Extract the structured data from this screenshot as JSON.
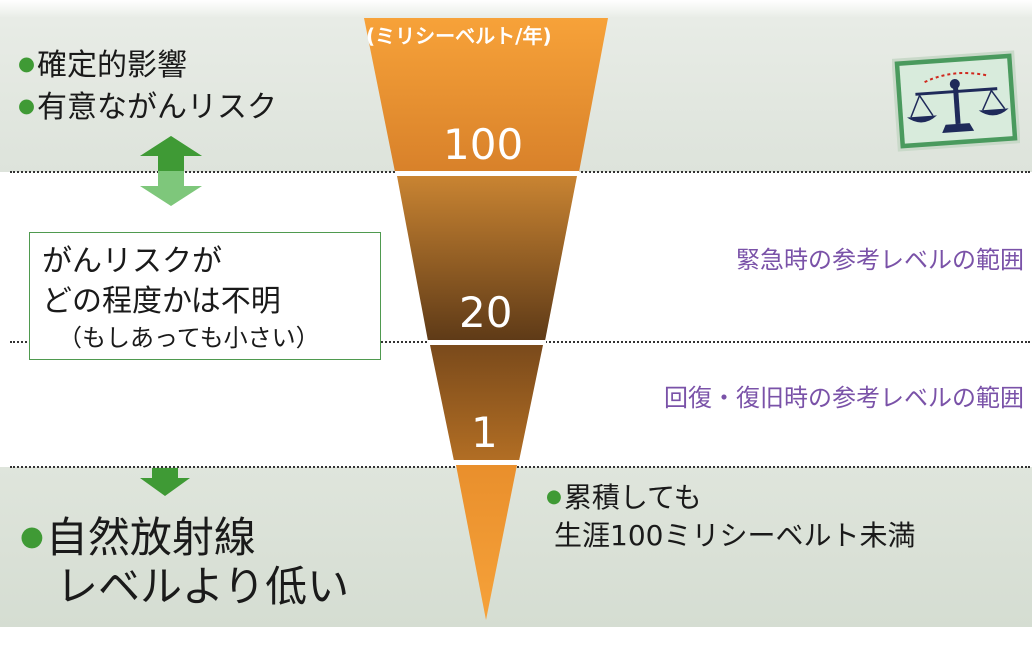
{
  "unit_label": "(ミリシーベルト/年)",
  "ticks": {
    "t100": "100",
    "t20": "20",
    "t1": "1"
  },
  "top_zone": {
    "items": [
      "確定的影響",
      "有意ながんリスク"
    ]
  },
  "middle_zone": {
    "box_lines": [
      "がんリスクが",
      "どの程度かは不明"
    ],
    "box_note": "（もしあっても小さい）",
    "emergency_range": "緊急時の参考レベルの範囲",
    "recovery_range": "回復・復旧時の参考レベルの範囲"
  },
  "bottom_zone": {
    "left_line1": "自然放射線",
    "left_line2": "レベルより低い",
    "right_line1": "累積しても",
    "right_line2": "生涯100ミリシーベルト未満"
  },
  "icon": "balance-scale-icon",
  "colors": {
    "band_green": "#dde3db",
    "bullet_green": "#3f9a35",
    "cone_orange": "#f39a2e",
    "cone_brown": "#6b3f17",
    "range_purple": "#7a52a8"
  }
}
